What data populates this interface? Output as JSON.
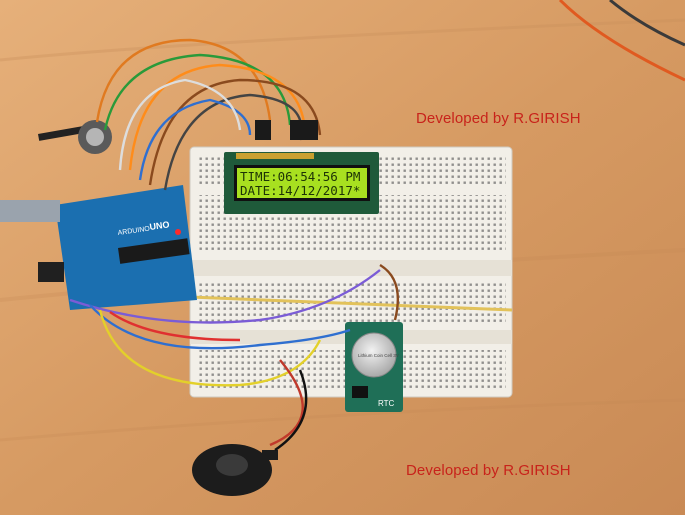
{
  "photo": {
    "subject": "Arduino digital clock circuit on breadboard",
    "watermarks": [
      "Developed by R.GIRISH",
      "Developed by R.GIRISH"
    ]
  },
  "lcd": {
    "line1": "TIME:06:54:56 PM",
    "line2": "DATE:14/12/2017*"
  },
  "board_marks": {
    "arduino_brand": "ARDUINO",
    "arduino_model": "UNO",
    "rtc_label": "RTC",
    "battery_text": "Lithium Coin Cell 3V"
  },
  "colors": {
    "table": "#d9a06a",
    "watermark": "#c8231b",
    "lcd_backlight": "#a8e020",
    "arduino_pcb": "#1b6fb0",
    "rtc_pcb": "#1f6f57"
  }
}
